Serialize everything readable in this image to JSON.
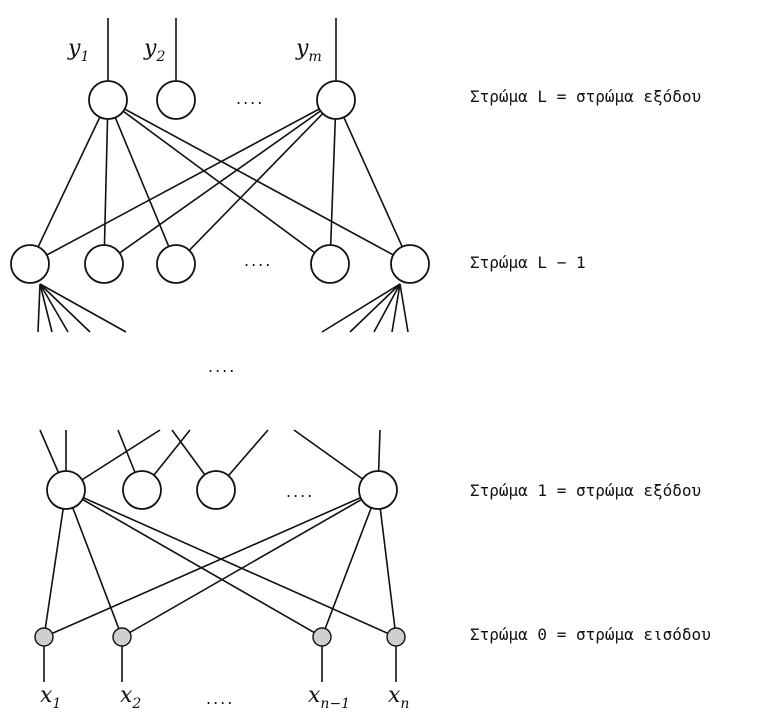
{
  "diagram": {
    "layers": [
      {
        "id": "L",
        "label": "Στρώμα L = στρώμα εξόδου"
      },
      {
        "id": "L-1",
        "label": "Στρώμα L − 1"
      },
      {
        "id": "1",
        "label": "Στρώμα 1 = στρώμα εξόδου"
      },
      {
        "id": "0",
        "label": "Στρώμα 0 = στρώμα εισόδου"
      }
    ],
    "outputs": [
      {
        "base": "y",
        "sub": "1"
      },
      {
        "base": "y",
        "sub": "2"
      },
      {
        "base": "y",
        "sub": "m"
      }
    ],
    "inputs": [
      {
        "base": "x",
        "sub": "1"
      },
      {
        "base": "x",
        "sub": "2"
      },
      {
        "base": "x",
        "sub": "n−1"
      },
      {
        "base": "x",
        "sub": "n"
      }
    ],
    "ellipsis": "...."
  }
}
